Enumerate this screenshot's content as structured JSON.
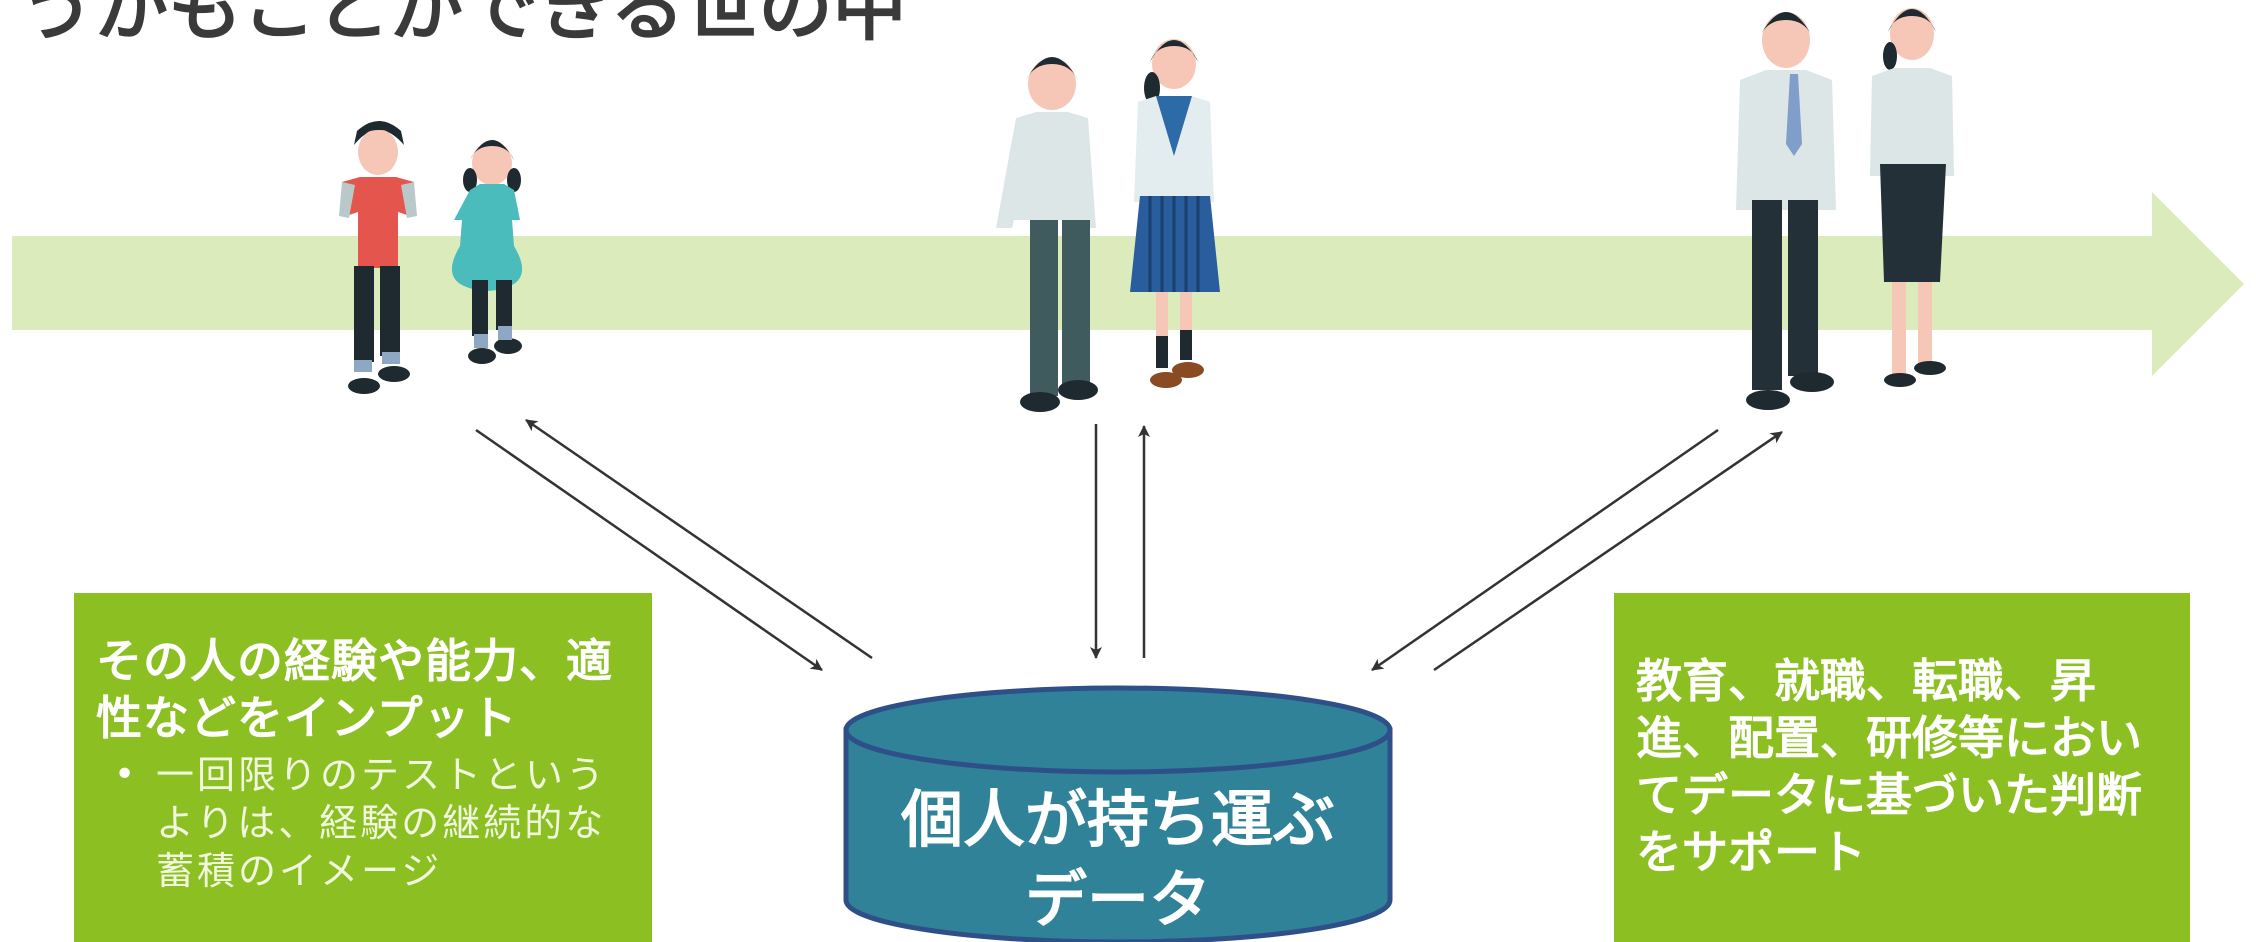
{
  "title": "うかもことができる世の中",
  "left_box": {
    "heading": "その人の経験や能力、適性などをインプット",
    "bullet": "一回限りのテストというよりは、経験の継続的な蓄積のイメージ"
  },
  "database": {
    "label_line1": "個人が持ち運ぶ",
    "label_line2": "データ"
  },
  "right_box": {
    "heading": "教育、就職、転職、昇進、配置、研修等においてデータに基づいた判断をサポート"
  },
  "colors": {
    "timeline_arrow": "#dcebbc",
    "box_green": "#8cbf22",
    "database_fill": "#2f8297",
    "database_stroke": "#2f4f88",
    "arrow_color": "#333333"
  },
  "icons": {
    "stage_children": "children-figures",
    "stage_students": "students-figures",
    "stage_adults": "adults-figures"
  }
}
